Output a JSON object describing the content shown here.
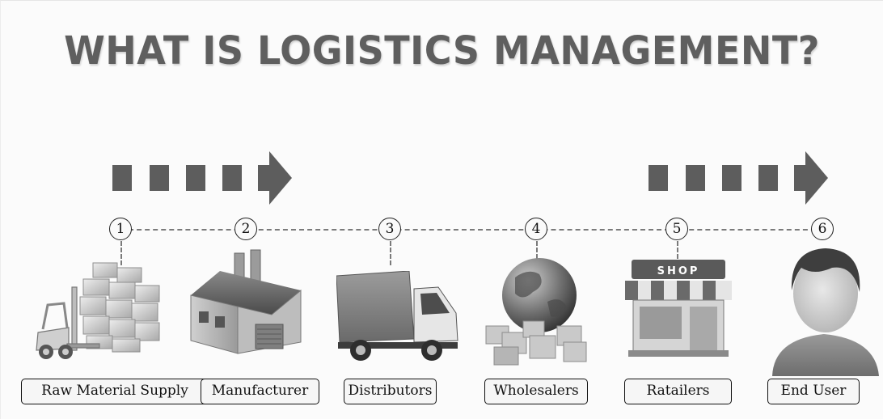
{
  "title": "WHAT IS LOGISTICS MANAGEMENT?",
  "stages": [
    {
      "number": "1",
      "label": "Raw Material Supply",
      "icon": "forklift-boxes-icon"
    },
    {
      "number": "2",
      "label": "Manufacturer",
      "icon": "factory-icon"
    },
    {
      "number": "3",
      "label": "Distributors",
      "icon": "truck-icon"
    },
    {
      "number": "4",
      "label": "Wholesalers",
      "icon": "globe-boxes-icon"
    },
    {
      "number": "5",
      "label": "Ratailers",
      "icon": "shop-icon"
    },
    {
      "number": "6",
      "label": "End User",
      "icon": "user-icon"
    }
  ],
  "shop_sign": "SHOP",
  "colors": {
    "arrow": "#5d5d5d",
    "title": "#5f5f5f",
    "line": "#7a7a7a"
  }
}
